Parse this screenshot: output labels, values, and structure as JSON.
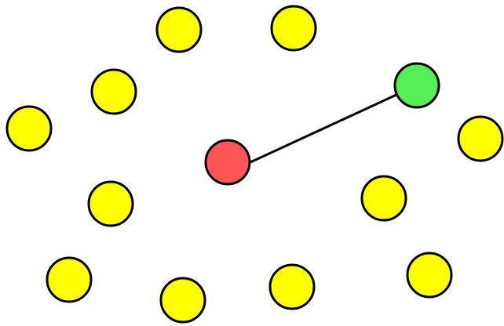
{
  "colors": {
    "background": "#ffffff",
    "outline": "#000000",
    "node_default": "#ffff00",
    "node_source": "#ff5555",
    "node_target": "#55ee55",
    "arrow": "#000000"
  },
  "nodes": [
    {
      "id": "n1",
      "role": "default"
    },
    {
      "id": "n2",
      "role": "default"
    },
    {
      "id": "n3",
      "role": "default"
    },
    {
      "id": "n4",
      "role": "default"
    },
    {
      "id": "n5",
      "role": "default"
    },
    {
      "id": "n6",
      "role": "default"
    },
    {
      "id": "n7",
      "role": "default"
    },
    {
      "id": "n8",
      "role": "default"
    },
    {
      "id": "n9",
      "role": "default"
    },
    {
      "id": "n10",
      "role": "default"
    },
    {
      "id": "n11",
      "role": "default"
    },
    {
      "id": "n12",
      "role": "default"
    },
    {
      "id": "source",
      "role": "source"
    },
    {
      "id": "target",
      "role": "target"
    }
  ],
  "edges": [
    {
      "from": "source",
      "to": "target",
      "directed": true
    }
  ]
}
